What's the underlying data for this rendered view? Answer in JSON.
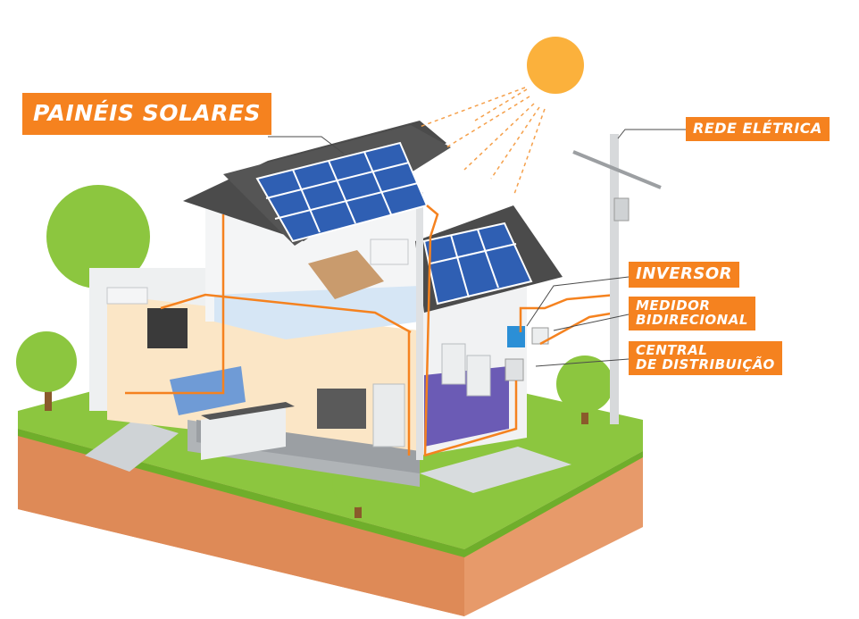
{
  "labels": {
    "solar_panels": "PAINÉIS SOLARES",
    "grid": "REDE ELÉTRICA",
    "inverter": "INVERSOR",
    "meter_line1": "MEDIDOR",
    "meter_line2": "BIDIRECIONAL",
    "distribution_line1": "CENTRAL",
    "distribution_line2": "DE DISTRIBUIÇÃO"
  },
  "colors": {
    "accent": "#f5821f",
    "sun": "#fbb13c",
    "panel": "#2f5fb3",
    "roof": "#4b4b4b",
    "grass": "#8cc63f",
    "soil": "#e79a6a"
  },
  "icons": [
    "sun-icon",
    "tree-icon",
    "utility-pole-icon",
    "sofa-icon",
    "bed-icon",
    "tv-icon",
    "washing-machine-icon",
    "fridge-icon",
    "stove-icon",
    "air-conditioner-icon"
  ]
}
